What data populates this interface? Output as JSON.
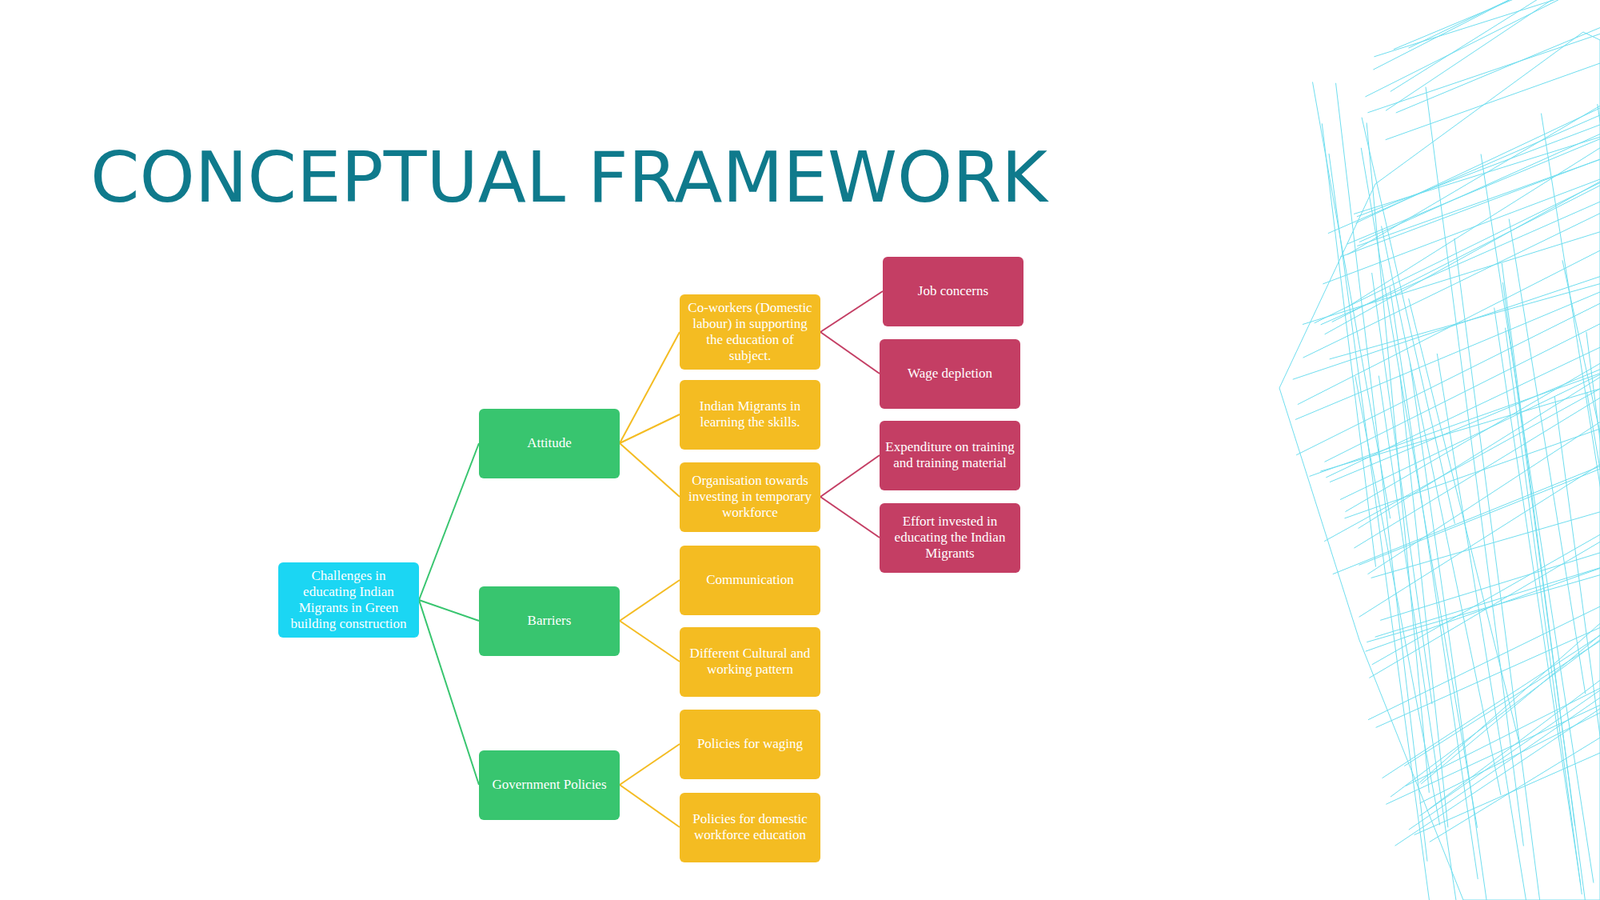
{
  "diagram": {
    "title": "CONCEPTUAL FRAMEWORK",
    "nodes": [
      {
        "text": [
          "Challenges in educating Indian Migrants in Green building construction"
        ]
      },
      {
        "text": [
          "Attitude"
        ]
      },
      {
        "text": [
          "Co-workers (Domestic labour) in supporting the education of subject."
        ]
      },
      {
        "text": [
          "Job concerns"
        ]
      },
      {
        "text": [
          "Wage depletion"
        ]
      },
      {
        "text": [
          "Indian Migrants in learning the skills."
        ]
      },
      {
        "text": [
          "Organisation towards investing in temporary workforce"
        ]
      },
      {
        "text": [
          "Expenditure on training and training material"
        ]
      },
      {
        "text": [
          "Effort invested in educating the Indian Migrants"
        ]
      },
      {
        "text": [
          "Barriers"
        ]
      },
      {
        "text": [
          "Communication"
        ]
      },
      {
        "text": [
          "Different Cultural and working pattern"
        ]
      },
      {
        "text": [
          "Government Policies"
        ]
      },
      {
        "text": [
          "Policies for waging"
        ]
      },
      {
        "text": [
          "Policies for domestic workforce education"
        ]
      }
    ],
    "edges": [
      {
        "from": 0,
        "to": 1,
        "arrow": "none"
      },
      {
        "from": 0,
        "to": 9,
        "arrow": "none"
      },
      {
        "from": 0,
        "to": 12,
        "arrow": "none"
      },
      {
        "from": 1,
        "to": 2,
        "arrow": "none"
      },
      {
        "from": 1,
        "to": 5,
        "arrow": "none"
      },
      {
        "from": 1,
        "to": 6,
        "arrow": "none"
      },
      {
        "from": 2,
        "to": 3,
        "arrow": "none"
      },
      {
        "from": 2,
        "to": 4,
        "arrow": "none"
      },
      {
        "from": 6,
        "to": 7,
        "arrow": "none"
      },
      {
        "from": 6,
        "to": 8,
        "arrow": "none"
      },
      {
        "from": 9,
        "to": 10,
        "arrow": "none"
      },
      {
        "from": 9,
        "to": 11,
        "arrow": "none"
      },
      {
        "from": 12,
        "to": 13,
        "arrow": "none"
      },
      {
        "from": 12,
        "to": 14,
        "arrow": "none"
      }
    ]
  }
}
